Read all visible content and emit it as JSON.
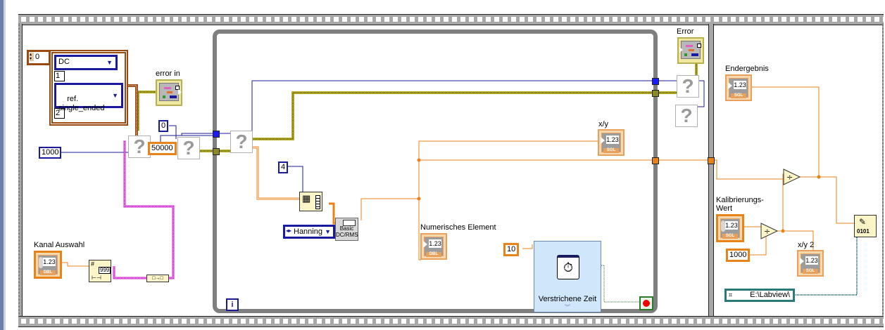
{
  "diagram": {
    "left_sequence": {
      "array_index_control": "0",
      "array_items": [
        {
          "ring_value": "DC",
          "index": "1"
        },
        {
          "ring_value": "ref.\nsingle_ended",
          "index": "2"
        }
      ],
      "error_in_label": "error in",
      "const_1000": "1000",
      "const_0": "0",
      "const_50000": "50000",
      "kanal_auswahl_label": "Kanal Auswahl",
      "kanal_auswahl_value": "1.23",
      "kanal_auswahl_type": "DBL",
      "number_to_string_display": "999"
    },
    "while_loop": {
      "const_4": "4",
      "window_ring": "Hanning",
      "dcrms_label_1": "Basic",
      "dcrms_label_2": "DC/RMS",
      "xy_label": "x/y",
      "xy_value": "1.23",
      "xy_type": "SGL",
      "numerisches_label": "Numerisches Element",
      "numerisches_value": "1.23",
      "numerisches_type": "DBL",
      "const_10": "10",
      "elapsed_time_label": "Verstrichene Zeit",
      "iteration_terminal": "i",
      "error_label": "Error"
    },
    "right_sequence": {
      "endergebnis_label": "Endergebnis",
      "endergebnis_value": "1.23",
      "endergebnis_type": "SGL",
      "kalibrierung_label_1": "Kalibrierungs-",
      "kalibrierung_label_2": "Wert",
      "kalibrierung_value": "1.23",
      "kalibrierung_type": "SGL",
      "const_1000": "1000",
      "xy2_label": "x/y 2",
      "xy2_value": "1.23",
      "xy2_type": "SGL",
      "file_path": "E:\\Labview\\",
      "write_file_label": "0101"
    },
    "colors": {
      "wire_numeric_int": "#1a1a9e",
      "wire_numeric_float": "#e8831a",
      "wire_error": "#b8b020",
      "wire_string": "#d020d0",
      "wire_path": "#2a7a7a",
      "wire_boolean": "#2a7a2a",
      "while_loop_border": "#7f7f7f"
    }
  }
}
